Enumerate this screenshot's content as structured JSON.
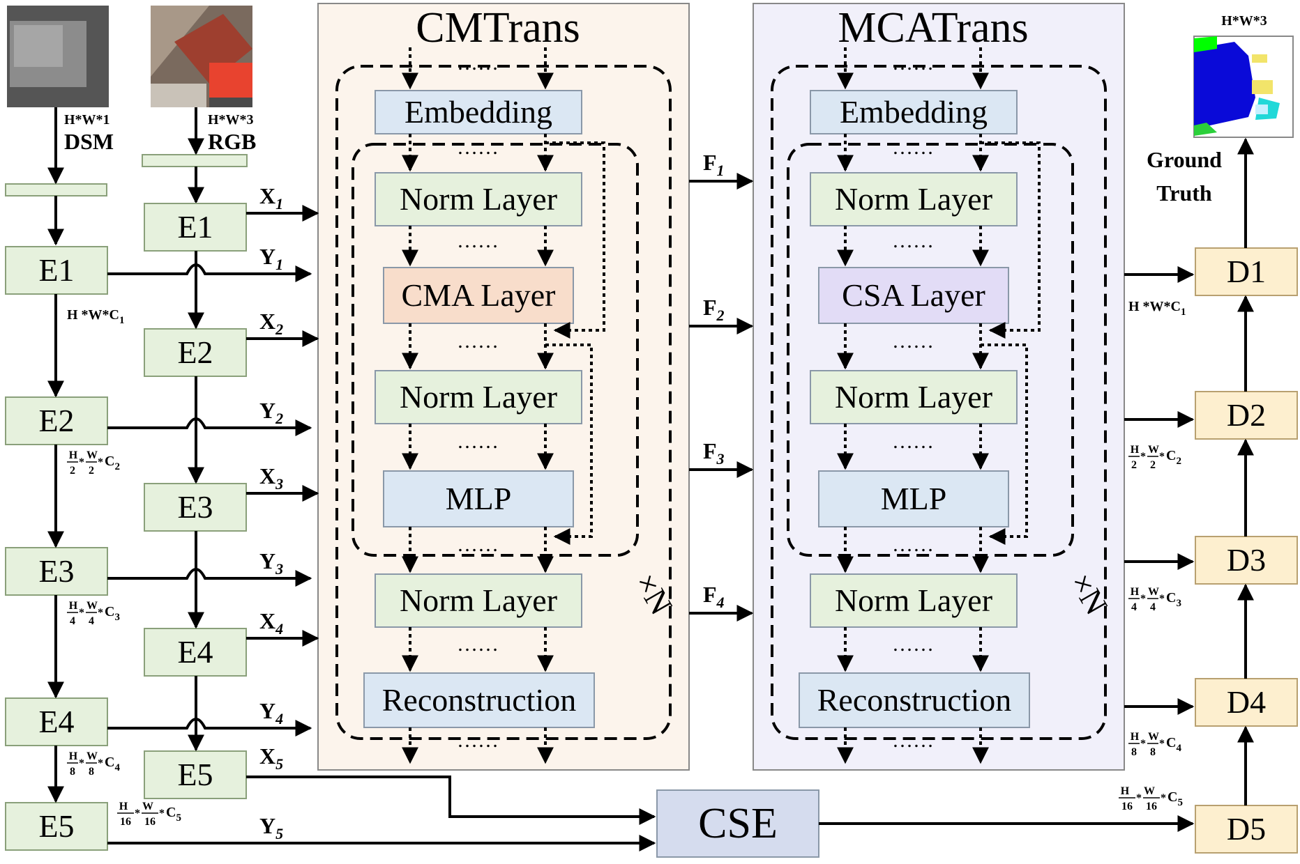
{
  "inputs": {
    "dsm_dims": "H*W*1",
    "dsm_label": "DSM",
    "rgb_dims": "H*W*3",
    "rgb_label": "RGB"
  },
  "dsm_encoder": [
    "E1",
    "E2",
    "E3",
    "E4",
    "E5"
  ],
  "rgb_encoder": [
    "E1",
    "E2",
    "E3",
    "E4",
    "E5"
  ],
  "dsm_feature_dims": [
    {
      "pre": "H *W*C",
      "sub": "1",
      "frac": false
    },
    {
      "num": [
        "H",
        "W"
      ],
      "den": [
        "2",
        "2"
      ],
      "tail": "C",
      "sub": "2",
      "frac": true
    },
    {
      "num": [
        "H",
        "W"
      ],
      "den": [
        "4",
        "4"
      ],
      "tail": "C",
      "sub": "3",
      "frac": true
    },
    {
      "num": [
        "H",
        "W"
      ],
      "den": [
        "8",
        "8"
      ],
      "tail": "C",
      "sub": "4",
      "frac": true
    },
    {
      "num": [
        "H",
        "W"
      ],
      "den": [
        "16",
        "16"
      ],
      "tail": "C",
      "sub": "5",
      "frac": true
    }
  ],
  "x_labels": [
    "X",
    "X",
    "X",
    "X",
    "X"
  ],
  "y_labels": [
    "Y",
    "Y",
    "Y",
    "Y",
    "Y"
  ],
  "subs": [
    "1",
    "2",
    "3",
    "4",
    "5"
  ],
  "cmtrans": {
    "title": "CMTrans",
    "embedding": "Embedding",
    "norm1": "Norm Layer",
    "attn": "CMA Layer",
    "norm2": "Norm Layer",
    "mlp": "MLP",
    "norm3": "Norm Layer",
    "recon": "Reconstruction",
    "repeat": "×N",
    "dots": "……"
  },
  "mcatrans": {
    "title": "MCATrans",
    "embedding": "Embedding",
    "norm1": "Norm Layer",
    "attn": "CSA Layer",
    "norm2": "Norm Layer",
    "mlp": "MLP",
    "norm3": "Norm Layer",
    "recon": "Reconstruction",
    "repeat": "×N",
    "dots": "……"
  },
  "f_labels": [
    "F",
    "F",
    "F",
    "F"
  ],
  "cse_label": "CSE",
  "decoder": [
    "D1",
    "D2",
    "D3",
    "D4",
    "D5"
  ],
  "decoder_dims": [
    {
      "pre": "H *W*C",
      "sub": "1",
      "frac": false
    },
    {
      "num": [
        "H",
        "W"
      ],
      "den": [
        "2",
        "2"
      ],
      "tail": "C",
      "sub": "2",
      "frac": true
    },
    {
      "num": [
        "H",
        "W"
      ],
      "den": [
        "4",
        "4"
      ],
      "tail": "C",
      "sub": "3",
      "frac": true
    },
    {
      "num": [
        "H",
        "W"
      ],
      "den": [
        "8",
        "8"
      ],
      "tail": "C",
      "sub": "4",
      "frac": true
    },
    {
      "num": [
        "H",
        "W"
      ],
      "den": [
        "16",
        "16"
      ],
      "tail": "C",
      "sub": "5",
      "frac": true
    }
  ],
  "output": {
    "dims": "H*W*3",
    "label_line1": "Ground",
    "label_line2": "Truth"
  },
  "colors": {
    "green_box": "#e6f1dd",
    "green_stroke": "#8aa07a",
    "blue_box": "#dbe7f3",
    "orange_box": "#f8ddcb",
    "purple_box": "#e2dcf6",
    "yellow_box": "#fdefcf",
    "cse_box": "#d5dcee",
    "cm_panel": "#fcf4ec",
    "mca_panel": "#f1f0fa"
  }
}
